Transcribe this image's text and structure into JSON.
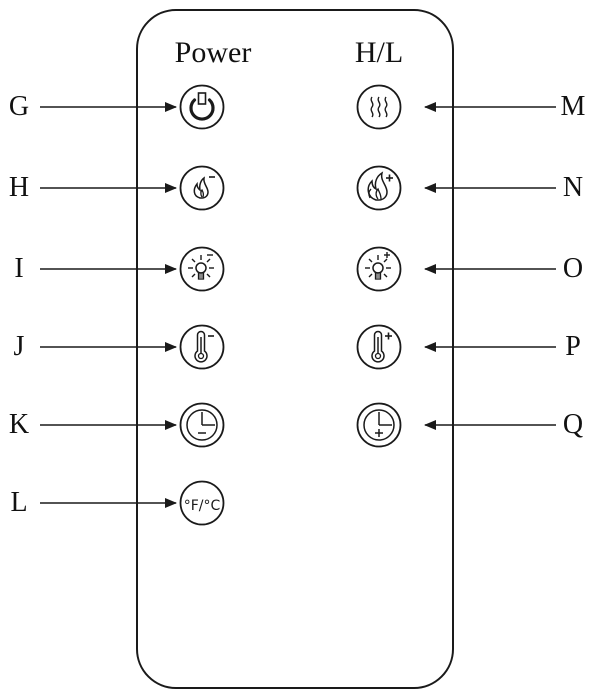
{
  "labels": {
    "power": "Power",
    "hl": "H/L"
  },
  "left_buttons": [
    {
      "letter": "G",
      "icon": "power-icon"
    },
    {
      "letter": "H",
      "icon": "flame-minus-icon"
    },
    {
      "letter": "I",
      "icon": "light-minus-icon"
    },
    {
      "letter": "J",
      "icon": "thermometer-minus-icon"
    },
    {
      "letter": "K",
      "icon": "timer-minus-icon"
    },
    {
      "letter": "L",
      "icon": "fahrenheit-celsius-icon",
      "text": "°F/°C"
    }
  ],
  "right_buttons": [
    {
      "letter": "M",
      "icon": "heat-waves-icon"
    },
    {
      "letter": "N",
      "icon": "flame-plus-icon"
    },
    {
      "letter": "O",
      "icon": "light-plus-icon"
    },
    {
      "letter": "P",
      "icon": "thermometer-plus-icon"
    },
    {
      "letter": "Q",
      "icon": "timer-plus-icon"
    }
  ],
  "colors": {
    "stroke": "#1a1a1a",
    "background": "#ffffff"
  }
}
